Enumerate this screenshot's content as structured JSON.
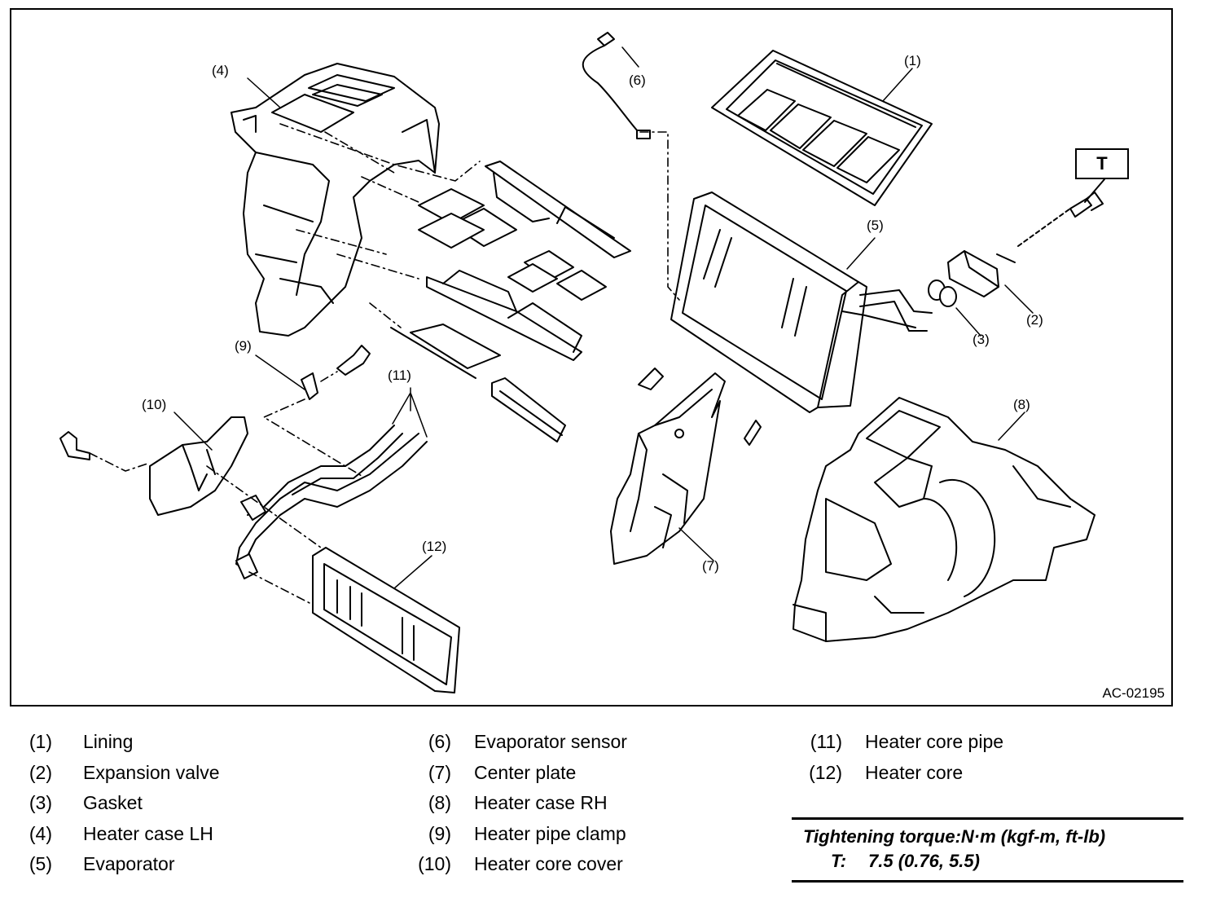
{
  "figure": {
    "ref_code": "AC-02195",
    "t_box_label": "T",
    "callouts": {
      "c1": "(1)",
      "c2": "(2)",
      "c3": "(3)",
      "c4": "(4)",
      "c5": "(5)",
      "c6": "(6)",
      "c7": "(7)",
      "c8": "(8)",
      "c9": "(9)",
      "c10": "(10)",
      "c11": "(11)",
      "c12": "(12)"
    }
  },
  "legend": {
    "col1": [
      {
        "num": "(1)",
        "label": "Lining"
      },
      {
        "num": "(2)",
        "label": "Expansion valve"
      },
      {
        "num": "(3)",
        "label": "Gasket"
      },
      {
        "num": "(4)",
        "label": "Heater case LH"
      },
      {
        "num": "(5)",
        "label": "Evaporator"
      }
    ],
    "col2": [
      {
        "num": "(6)",
        "label": "Evaporator sensor"
      },
      {
        "num": "(7)",
        "label": "Center plate"
      },
      {
        "num": "(8)",
        "label": "Heater case RH"
      },
      {
        "num": "(9)",
        "label": "Heater pipe clamp"
      },
      {
        "num": "(10)",
        "label": "Heater core cover"
      }
    ],
    "col3": [
      {
        "num": "(11)",
        "label": "Heater core pipe"
      },
      {
        "num": "(12)",
        "label": "Heater core"
      }
    ]
  },
  "torque": {
    "title": "Tightening torque:N·m (kgf-m, ft-lb)",
    "label": "T:",
    "value": "7.5 (0.76, 5.5)"
  }
}
